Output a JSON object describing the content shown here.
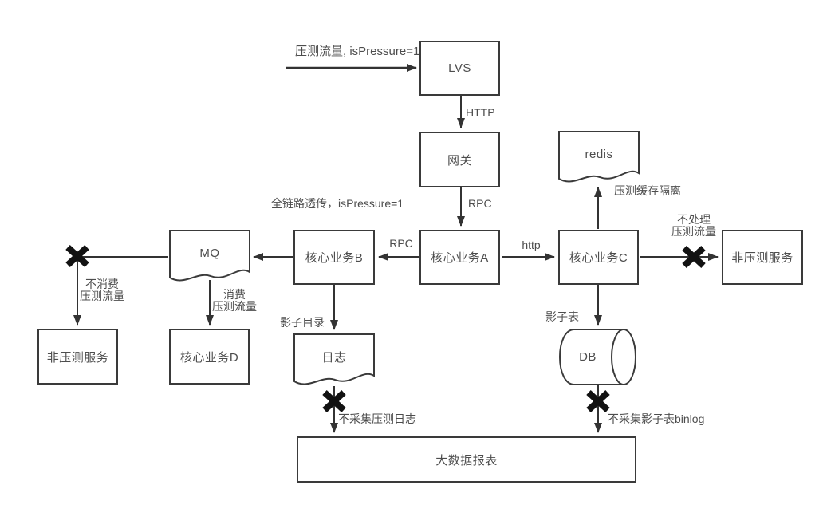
{
  "colors": {
    "background": "#ffffff",
    "line": "#333333",
    "node_border": "#3a3a3a",
    "node_fill": "#ffffff",
    "text": "#4d4d4d",
    "cross_mark": "#121212"
  },
  "nodes": {
    "lvs": {
      "label": "LVS",
      "shape": "rect"
    },
    "gateway": {
      "label": "网关",
      "shape": "rect"
    },
    "service_a": {
      "label": "核心业务A",
      "shape": "rect"
    },
    "service_b": {
      "label": "核心业务B",
      "shape": "rect"
    },
    "service_c": {
      "label": "核心业务C",
      "shape": "rect"
    },
    "service_d": {
      "label": "核心业务D",
      "shape": "rect"
    },
    "mq": {
      "label": "MQ",
      "shape": "document"
    },
    "redis": {
      "label": "redis",
      "shape": "document"
    },
    "log": {
      "label": "日志",
      "shape": "document"
    },
    "db": {
      "label": "DB",
      "shape": "cylinder"
    },
    "non_pressure_service_left": {
      "label": "非压测服务",
      "shape": "rect"
    },
    "non_pressure_service_right": {
      "label": "非压测服务",
      "shape": "rect"
    },
    "big_data_report": {
      "label": "大数据报表",
      "shape": "rect"
    }
  },
  "edge_labels": {
    "pressure_traffic_in": "压测流量, isPressure=1",
    "http_lvs_gateway": "HTTP",
    "rpc_gateway_a": "RPC",
    "full_link_passthrough": "全链路透传，isPressure=1",
    "rpc_a_b": "RPC",
    "not_consume_pressure": "不消费\n压测流量",
    "consume_pressure": "消费\n压测流量",
    "shadow_directory": "影子目录",
    "not_collect_pressure_log": "不采集压测日志",
    "http_a_c": "http",
    "pressure_cache_isolation": "压测缓存隔离",
    "not_handle_pressure": "不处理\n压测流量",
    "shadow_table": "影子表",
    "not_collect_shadow_binlog": "不采集影子表binlog"
  }
}
